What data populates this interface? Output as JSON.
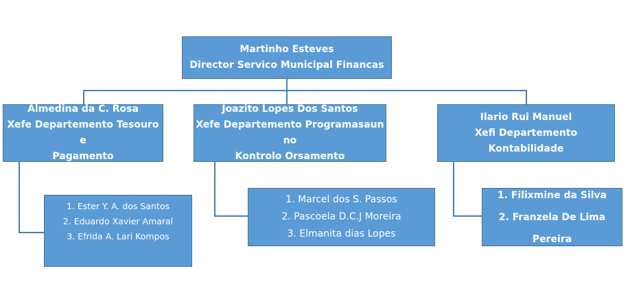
{
  "top": {
    "name": "Martinho Esteves",
    "title": "Director Servico Municipal Financas"
  },
  "departments": [
    {
      "name": "Almedina da C. Rosa",
      "title_line1": "Xefe Departemento Tesouro e",
      "title_line2": "Pagamento",
      "staff": [
        "1. Ester Y. A. dos Santos",
        "2.  Eduardo Xavier Amaral",
        "3. Efrida A. Lari Kompos"
      ]
    },
    {
      "name": "Joazito Lopes Dos Santos",
      "title_line1": "Xefe Departemento Programasaun no",
      "title_line2": "Kontrolo Orsamento",
      "staff": [
        "1. Marcel dos S. Passos",
        "2. Pascoela D.C.J Moreira",
        "3. Elmanita dias Lopes"
      ]
    },
    {
      "name": "Ilario Rui Manuel",
      "title_line1": "Xefi Departemento Kontabilidade",
      "staff": [
        "1. Filixmine  da  Silva",
        "2. Franzela  De  Lima  Pereira"
      ]
    }
  ],
  "colors": {
    "box_fill": "#5b9bd5",
    "box_border": "#41719c",
    "connector": "#4a7db3",
    "text": "#ffffff"
  }
}
